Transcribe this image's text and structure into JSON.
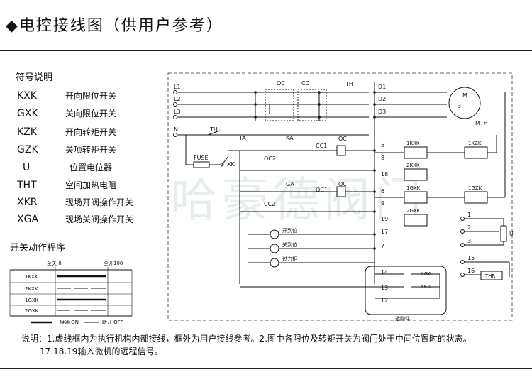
{
  "title": "◆电控接线图（供用户参考）",
  "legend": {
    "heading": "符号说明",
    "items": [
      {
        "code": "KXK",
        "desc": "开向限位开关"
      },
      {
        "code": "GXK",
        "desc": "关向限位开关"
      },
      {
        "code": "KZK",
        "desc": "开向转矩开关"
      },
      {
        "code": "GZK",
        "desc": "关项转矩开关"
      },
      {
        "code": "U",
        "desc": "位置电位器"
      },
      {
        "code": "THT",
        "desc": "空间加热电阻"
      },
      {
        "code": "XKR",
        "desc": "现场开阀操作开关"
      },
      {
        "code": "XGA",
        "desc": "现场关阀操作开关"
      }
    ]
  },
  "sequence": {
    "heading": "开关动作程序",
    "col_closed": "全关 0",
    "col_open": "全开100",
    "rows": [
      "1KXK",
      "2KXK",
      "1GXK",
      "2GXK"
    ],
    "legend_on": "接通 ON",
    "legend_off": "断开 OFF"
  },
  "diagram": {
    "power": [
      "L1",
      "L2",
      "L3",
      "N"
    ],
    "contactors": [
      "OC",
      "CC",
      "TH"
    ],
    "fuse": "FUSE",
    "xk": "XK",
    "ta": "TA",
    "ka": "KA",
    "ga": "GA",
    "oc2": "OC2",
    "cc2": "CC2",
    "cc1": "CC1",
    "oc1": "OC1",
    "oc": "OC",
    "motor": "M",
    "motor_phase": "3",
    "motor_sym": "~",
    "mth": "MTH",
    "terminals_top": [
      "D1",
      "D2",
      "D3"
    ],
    "terminals_mid": [
      "5",
      "18",
      "6",
      "19",
      "17",
      "7",
      "14",
      "13",
      "12"
    ],
    "terminals_right": [
      "1",
      "2",
      "3",
      "15",
      "16"
    ],
    "terminals_side": [
      "8",
      "9"
    ],
    "switches": [
      "1KXK",
      "2KXK",
      "1GXK",
      "2GXK",
      "1KZK",
      "1GZK"
    ],
    "lamp_open": "开到位",
    "lamp_close": "关到位",
    "lamp_over": "过力矩",
    "xga": "XGA",
    "xka": "XKA",
    "selector": "选购件",
    "u_label": "U",
    "thr": "THR"
  },
  "watermark": "哈豪德阀门",
  "notes": {
    "line1": "说明：1.虚线框内为执行机构内部接线，框外为用户接线参考。2.图中各限位及转矩开关为阀门处于中间位置时的状态。",
    "line2": "17.18.19输入微机的远程信号。"
  }
}
